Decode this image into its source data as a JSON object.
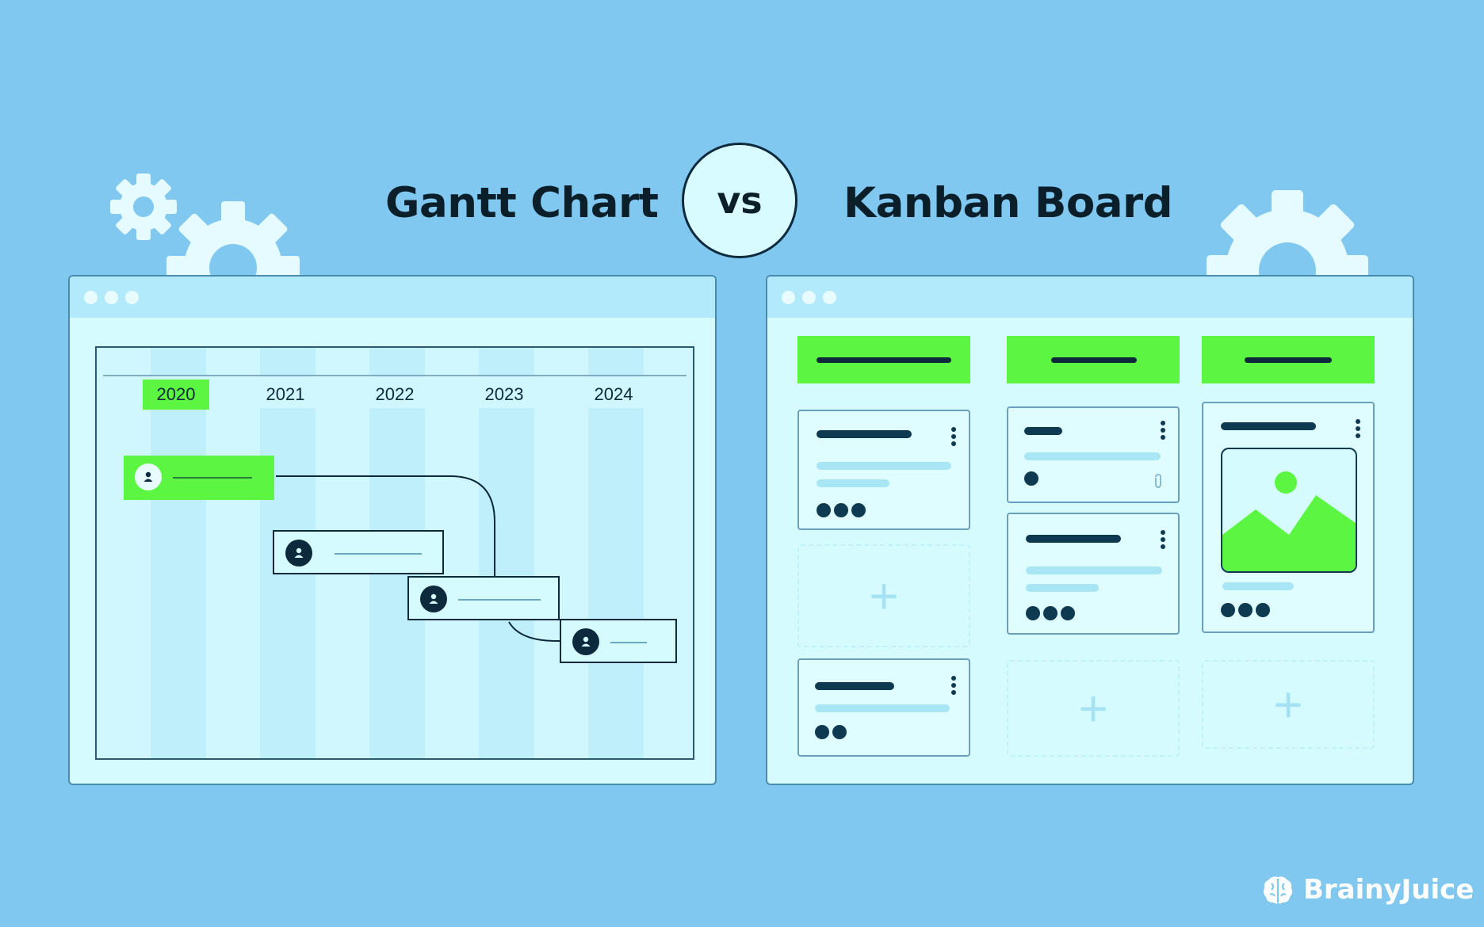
{
  "header": {
    "left_title": "Gantt Chart",
    "vs": "vs",
    "right_title": "Kanban Board"
  },
  "gantt": {
    "years": [
      "2020",
      "2021",
      "2022",
      "2023",
      "2024"
    ],
    "active_year": "2020"
  },
  "kanban": {
    "add_symbol": "+"
  },
  "brand": {
    "name": "BrainyJuice"
  },
  "colors": {
    "background": "#80c8f0",
    "accent_green": "#5cf542",
    "dark": "#0d2a3c",
    "panel": "#d6fbff"
  }
}
